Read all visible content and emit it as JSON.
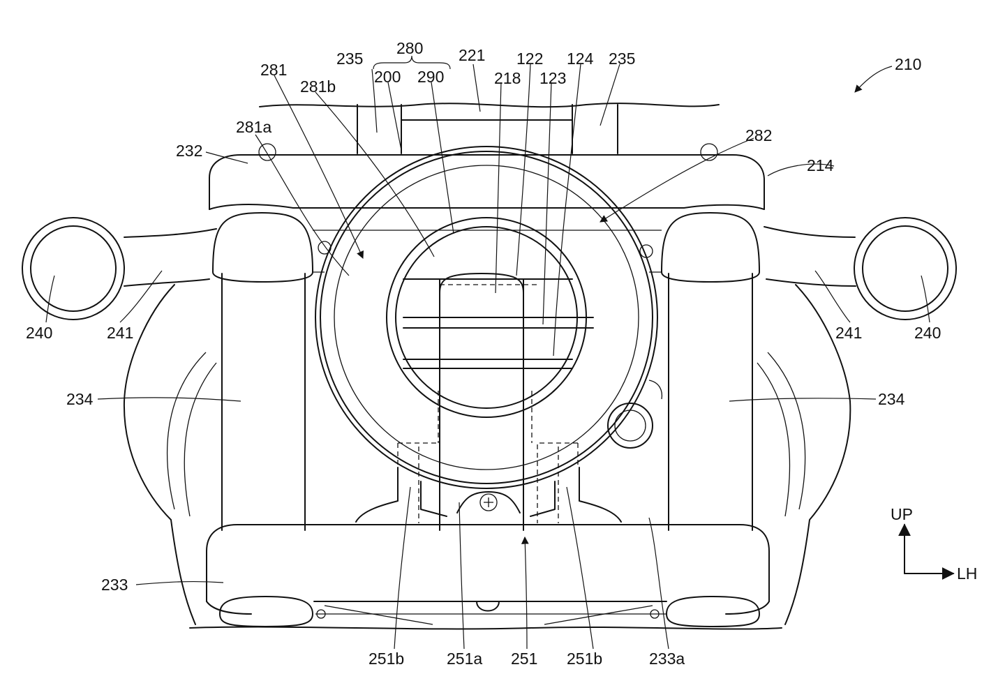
{
  "figure": {
    "labels": {
      "l210": "210",
      "l280": "280",
      "l235_left": "235",
      "l200": "200",
      "l290": "290",
      "l221": "221",
      "l218": "218",
      "l122": "122",
      "l123": "123",
      "l124": "124",
      "l235_right": "235",
      "l281": "281",
      "l281b": "281b",
      "l281a": "281a",
      "l282": "282",
      "l232": "232",
      "l214": "214",
      "l240_left": "240",
      "l241_left": "241",
      "l241_right": "241",
      "l240_right": "240",
      "l234_left": "234",
      "l234_right": "234",
      "l233": "233",
      "l251b_left": "251b",
      "l251a": "251a",
      "l251": "251",
      "l251b_right": "251b",
      "l233a": "233a"
    },
    "direction": {
      "up": "UP",
      "lh": "LH"
    }
  }
}
